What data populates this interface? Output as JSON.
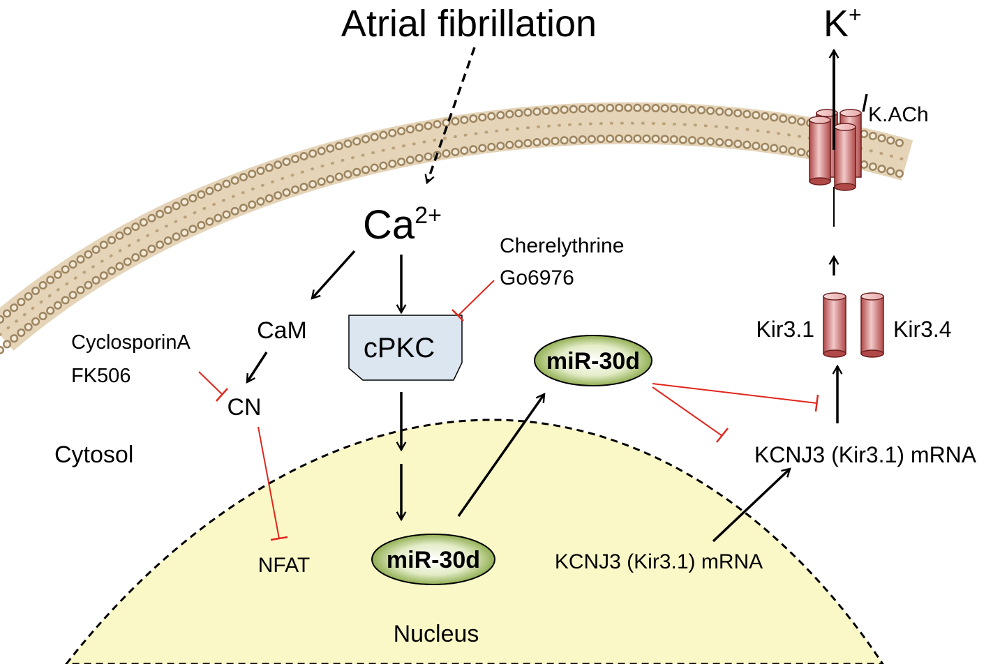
{
  "title": "Atrial fibrillation",
  "ion_top": "K",
  "ion_top_sup": "+",
  "current_label": "I",
  "current_sub": "K.ACh",
  "calcium": "Ca",
  "calcium_sup": "2+",
  "cam": "CaM",
  "cn": "CN",
  "cpkc": "cPKC",
  "nfat": "NFAT",
  "cytosol": "Cytosol",
  "nucleus": "Nucleus",
  "mir_nucleus": "miR-30d",
  "mir_cytosol": "miR-30d",
  "cn_inhibitors": [
    "CyclosporinA",
    "FK506"
  ],
  "pkc_inhibitors": [
    "Cherelythrine",
    "Go6976"
  ],
  "kir31": "Kir3.1",
  "kir34": "Kir3.4",
  "mrna_cytosol": "KCNJ3 (Kir3.1) mRNA",
  "mrna_nucleus": "KCNJ3 (Kir3.1) mRNA",
  "colors": {
    "nucleus_fill": "#fbf8c8",
    "membrane": "#c9ad85",
    "inhibit": "#e0261c",
    "channel": "#c65a5a",
    "cpkc_fill": "#dbe6f1",
    "mir_fill": "#8fb04a"
  }
}
